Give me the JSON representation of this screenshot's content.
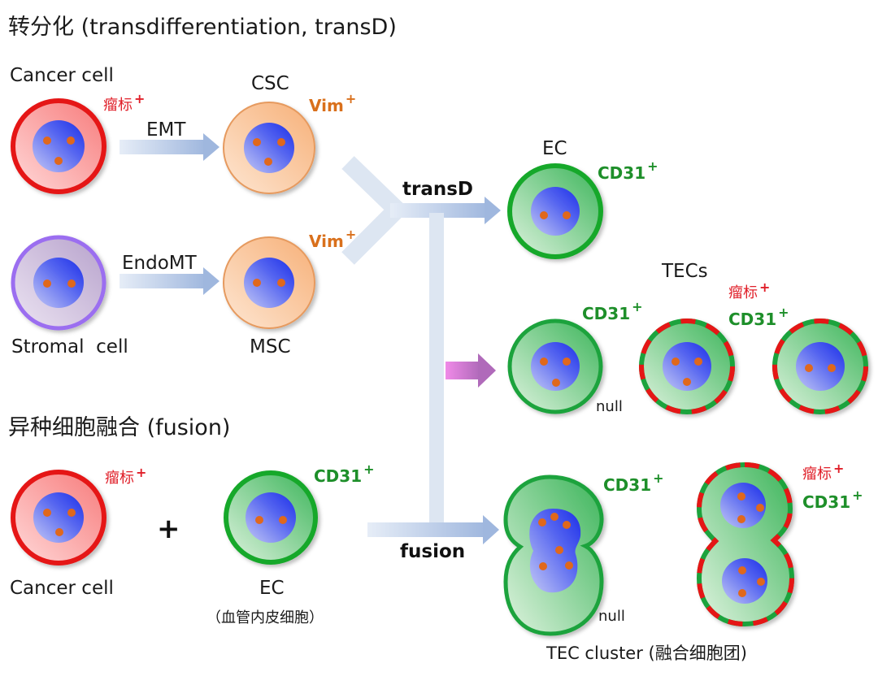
{
  "headings": {
    "transd": "转分化 (transdifferentiation, transD)",
    "fusion": "异种细胞融合 (fusion)"
  },
  "colors": {
    "tumor_marker": "#e0202a",
    "vim_marker": "#d9701c",
    "cd31_marker": "#1e8f2a",
    "arrow": "#b8cbe6",
    "magenta_arrow": "#d87ad8",
    "nucleus": "#2a3ef0",
    "nucleolus": "#e0671e"
  },
  "transd_section": {
    "cancer_cell": {
      "label": "Cancer cell",
      "marker": "瘤标",
      "marker_sign": "+"
    },
    "emt_arrow": {
      "label": "EMT"
    },
    "csc": {
      "label": "CSC",
      "marker": "Vim",
      "marker_sign": "+"
    },
    "stromal_cell": {
      "label": "Stromal  cell"
    },
    "endomt_arrow": {
      "label": "EndoMT"
    },
    "msc": {
      "label": "MSC",
      "marker": "Vim",
      "marker_sign": "+"
    },
    "transd_arrow": {
      "label": "transD"
    },
    "ec_result": {
      "label": "EC",
      "marker": "CD31",
      "marker_sign": "+"
    }
  },
  "tecs_section": {
    "title": "TECs",
    "cell_1": {
      "marker": "CD31",
      "marker_sign": "+",
      "note": "null"
    },
    "shared_marker": {
      "tumor": "瘤标",
      "tumor_sign": "+",
      "cd31": "CD31",
      "cd31_sign": "+"
    }
  },
  "fusion_section": {
    "cancer_cell": {
      "label": "Cancer cell",
      "marker": "瘤标",
      "marker_sign": "+"
    },
    "plus": "+",
    "ec": {
      "label": "EC",
      "sublabel": "（血管内皮细胞）",
      "marker": "CD31",
      "marker_sign": "+"
    },
    "fusion_arrow": {
      "label": "fusion"
    },
    "cluster_1": {
      "marker": "CD31",
      "marker_sign": "+",
      "note": "null"
    },
    "cluster_2": {
      "tumor": "瘤标",
      "tumor_sign": "+",
      "cd31": "CD31",
      "cd31_sign": "+"
    },
    "cluster_label": "TEC cluster (融合细胞团)"
  }
}
